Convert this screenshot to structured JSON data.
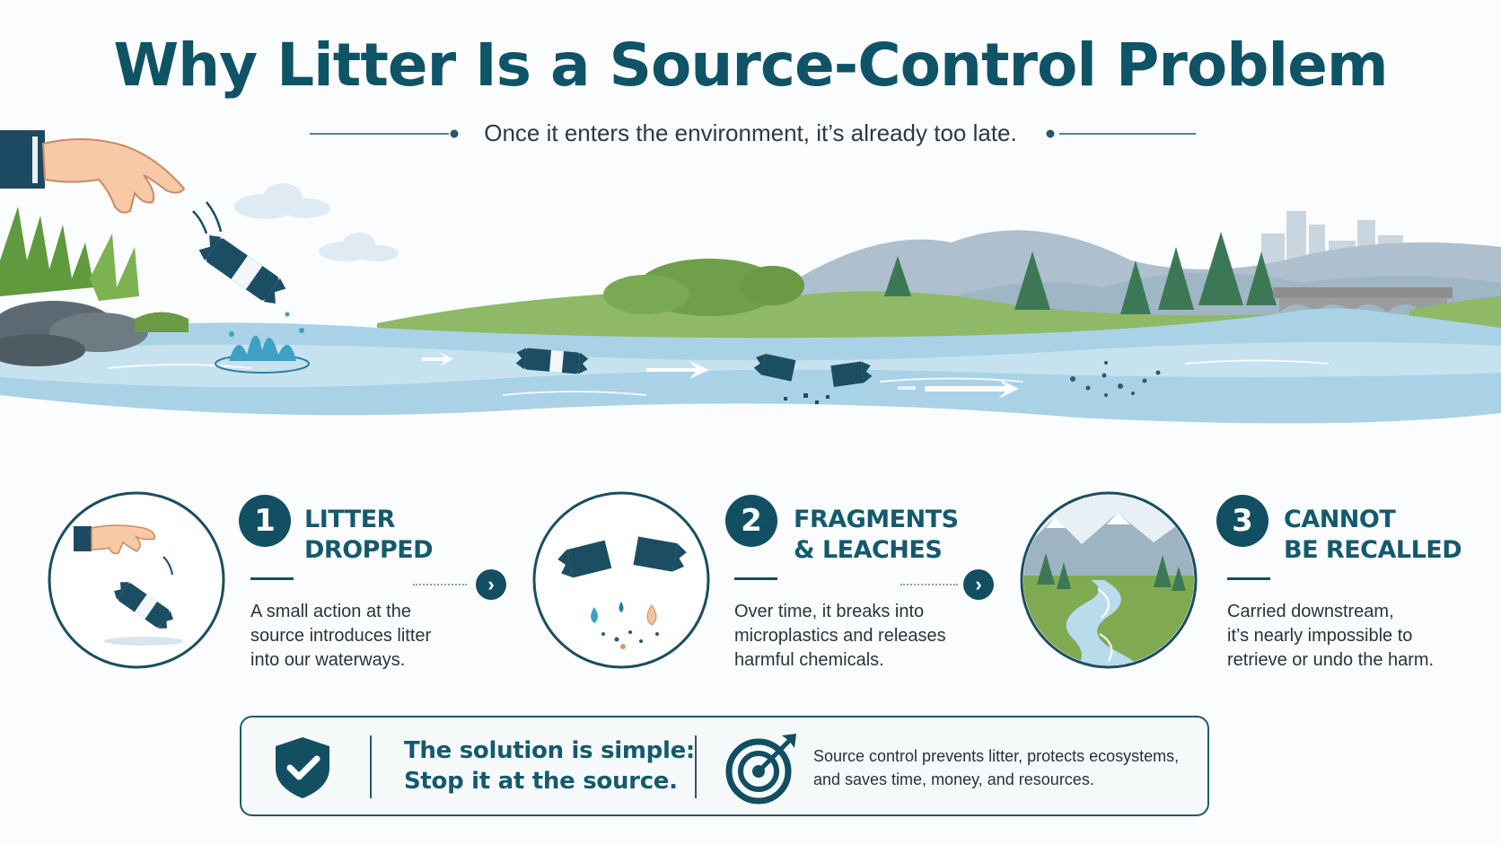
{
  "header": {
    "title": "Why Litter Is a Source-Control Problem",
    "subtitle": "Once it enters the environment, it’s already too late."
  },
  "steps": [
    {
      "number": "1",
      "heading_line1": "LITTER",
      "heading_line2": "DROPPED",
      "description": [
        "A small action at the",
        "source introduces litter",
        "into our waterways."
      ],
      "icon": "hand-dropping-wrapper-icon"
    },
    {
      "number": "2",
      "heading_line1": "FRAGMENTS",
      "heading_line2": "& LEACHES",
      "description": [
        "Over time, it breaks into",
        "microplastics and releases",
        "harmful chemicals."
      ],
      "icon": "broken-wrapper-droplets-icon"
    },
    {
      "number": "3",
      "heading_line1": "CANNOT",
      "heading_line2": "BE RECALLED",
      "description": [
        "Carried downstream,",
        "it’s nearly impossible to",
        "retrieve or undo the harm."
      ],
      "icon": "river-landscape-icon"
    }
  ],
  "banner": {
    "line1": "The solution is simple:",
    "line2": "Stop it at the source.",
    "description": [
      "Source control prevents litter, protects ecosystems,",
      "and saves time, money, and resources."
    ]
  },
  "colors": {
    "primary": "#0f5366",
    "water": "#a9d2e6",
    "grass": "#8bb35a",
    "accent_dark": "#124f63"
  },
  "icons": [
    "shield-check-icon",
    "target-arrow-icon",
    "chevron-right-icon"
  ]
}
